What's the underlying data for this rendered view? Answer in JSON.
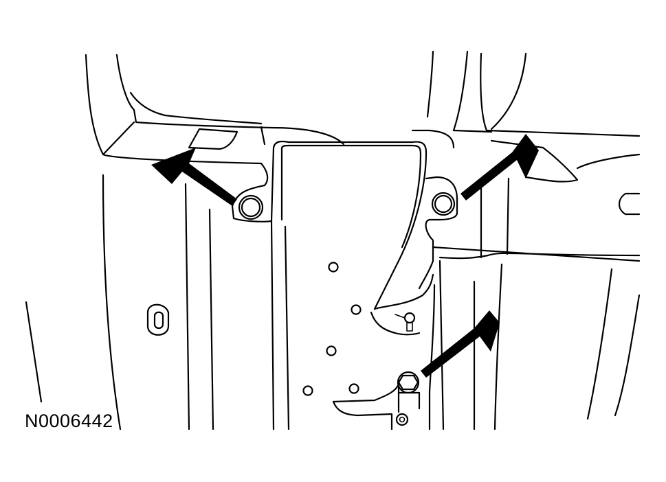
{
  "figure": {
    "id_label": "N0006442"
  },
  "arrows": [
    {
      "name": "upper-left-fastener",
      "color": "#000000"
    },
    {
      "name": "upper-right-fastener",
      "color": "#000000"
    },
    {
      "name": "lower-nut",
      "color": "#000000"
    }
  ]
}
